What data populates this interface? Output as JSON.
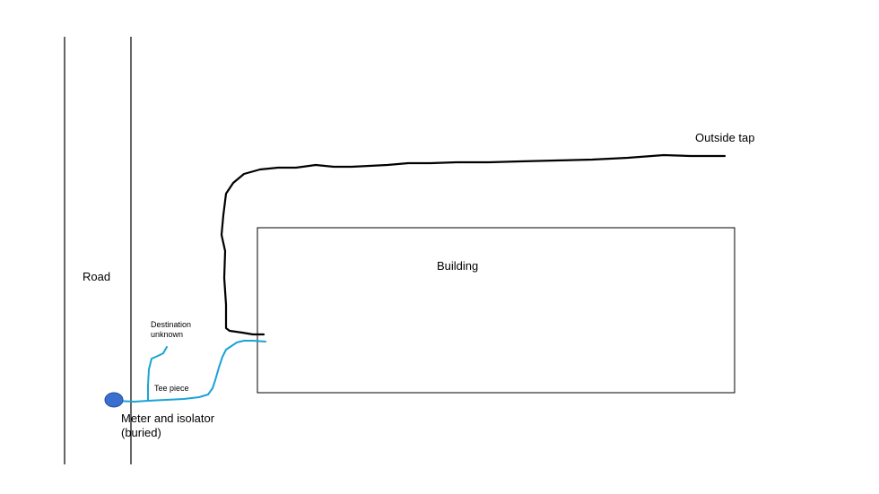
{
  "labels": {
    "road": "Road",
    "building": "Building",
    "outside_tap": "Outside tap",
    "destination_line1": "Destination",
    "destination_line2": "unknown",
    "tee_piece": "Tee piece",
    "meter_line1": "Meter and isolator",
    "meter_line2": "(buried)"
  },
  "colors": {
    "background": "#ffffff",
    "outline": "#000000",
    "mains_pipe": "#1aa3d6",
    "tap_pipe": "#000000",
    "meter_fill": "#3a6fd0",
    "meter_stroke": "#1f4f9e"
  }
}
